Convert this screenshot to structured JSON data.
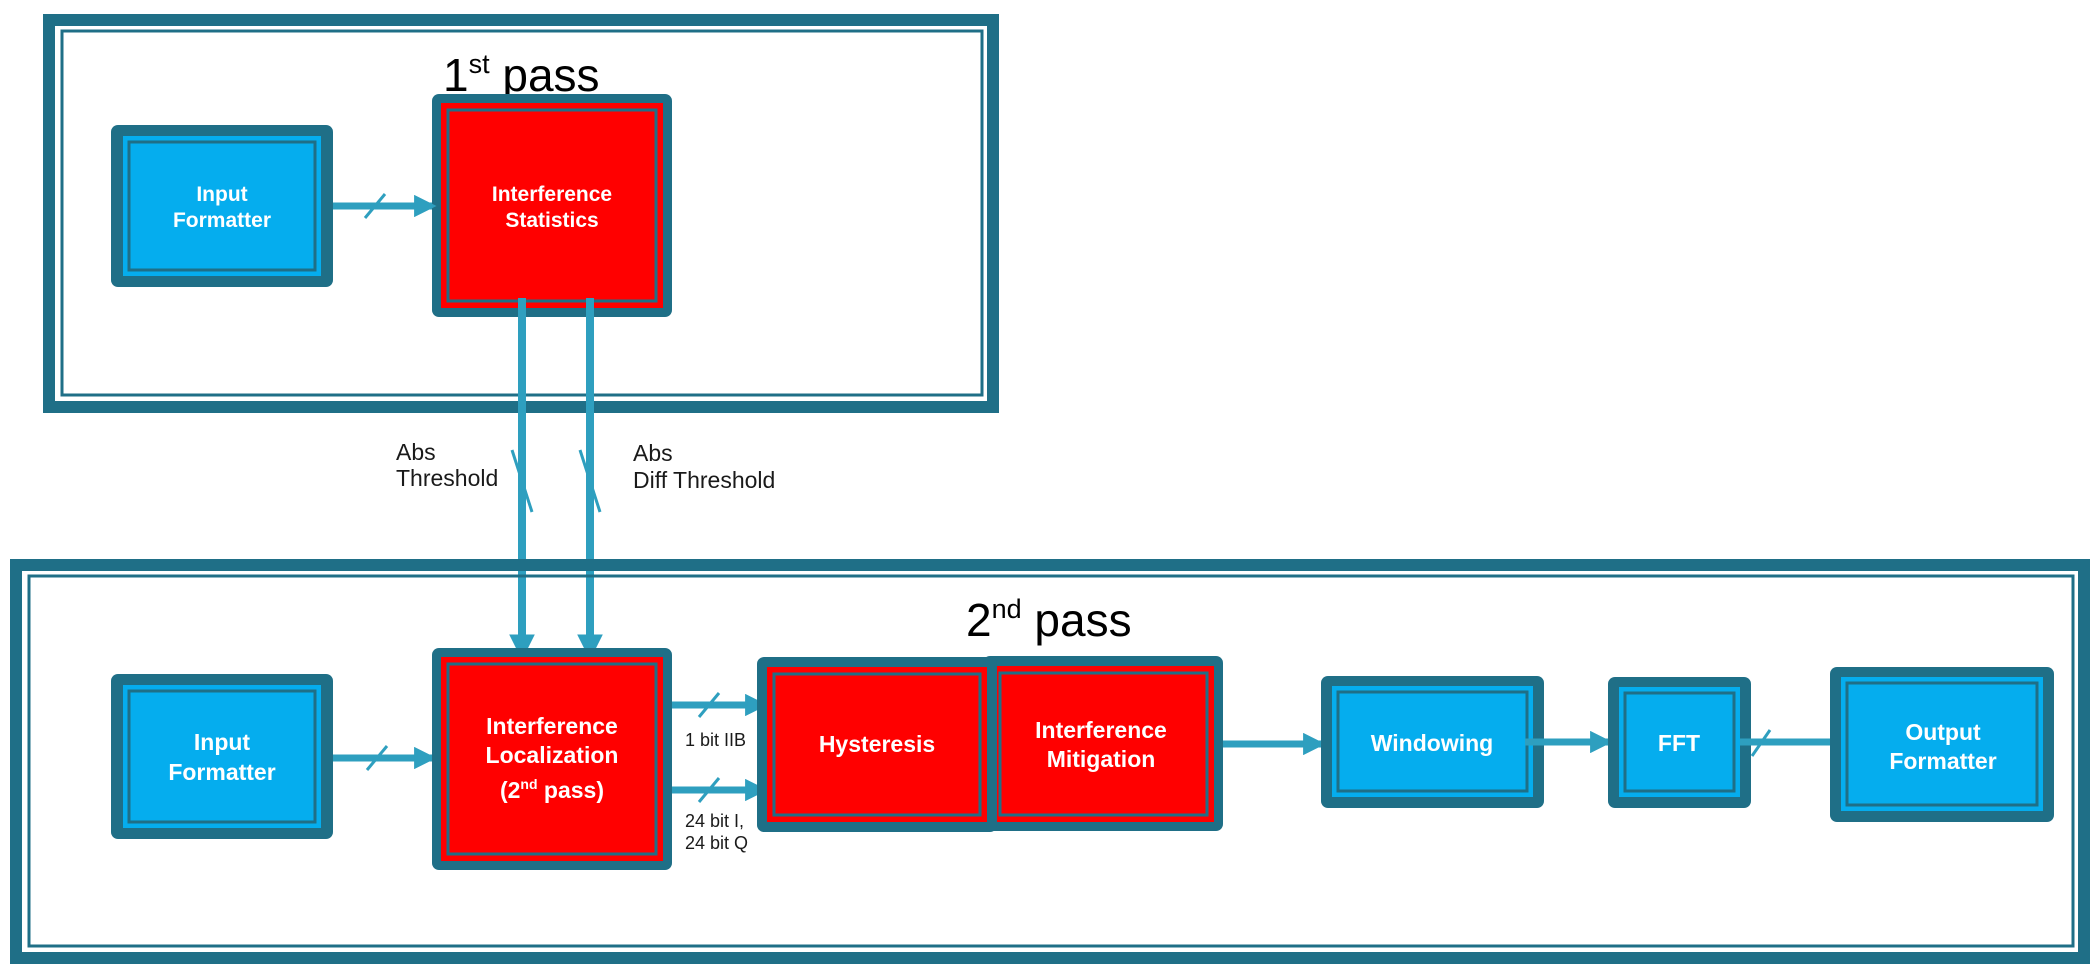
{
  "pass1": {
    "title_main": "1",
    "title_sup": "st",
    "title_rest": " pass",
    "input_formatter": [
      "Input",
      "Formatter"
    ],
    "interference_statistics": [
      "Interference",
      "Statistics"
    ]
  },
  "links": {
    "abs_threshold": [
      "Abs",
      "Threshold"
    ],
    "abs_diff_threshold": [
      "Abs",
      "Diff Threshold"
    ],
    "label_1bit": "1 bit IIB",
    "label_24bit": [
      "24 bit I,",
      "24 bit Q"
    ]
  },
  "pass2": {
    "title_main": "2",
    "title_sup": "nd",
    "title_rest": " pass",
    "input_formatter": [
      "Input",
      "Formatter"
    ],
    "localization": [
      "Interference",
      "Localization"
    ],
    "localization_pass_open": "(2",
    "localization_pass_sup": "nd",
    "localization_pass_close": " pass)",
    "hysteresis": "Hysteresis",
    "mitigation": [
      "Interference",
      "Mitigation"
    ],
    "windowing": "Windowing",
    "fft": "FFT",
    "output_formatter": [
      "Output",
      "Formatter"
    ]
  },
  "colors": {
    "frame": "#1f6f87",
    "blue_fill": "#05adee",
    "red_fill": "#ff0000",
    "arrow": "#2e9fbf"
  }
}
